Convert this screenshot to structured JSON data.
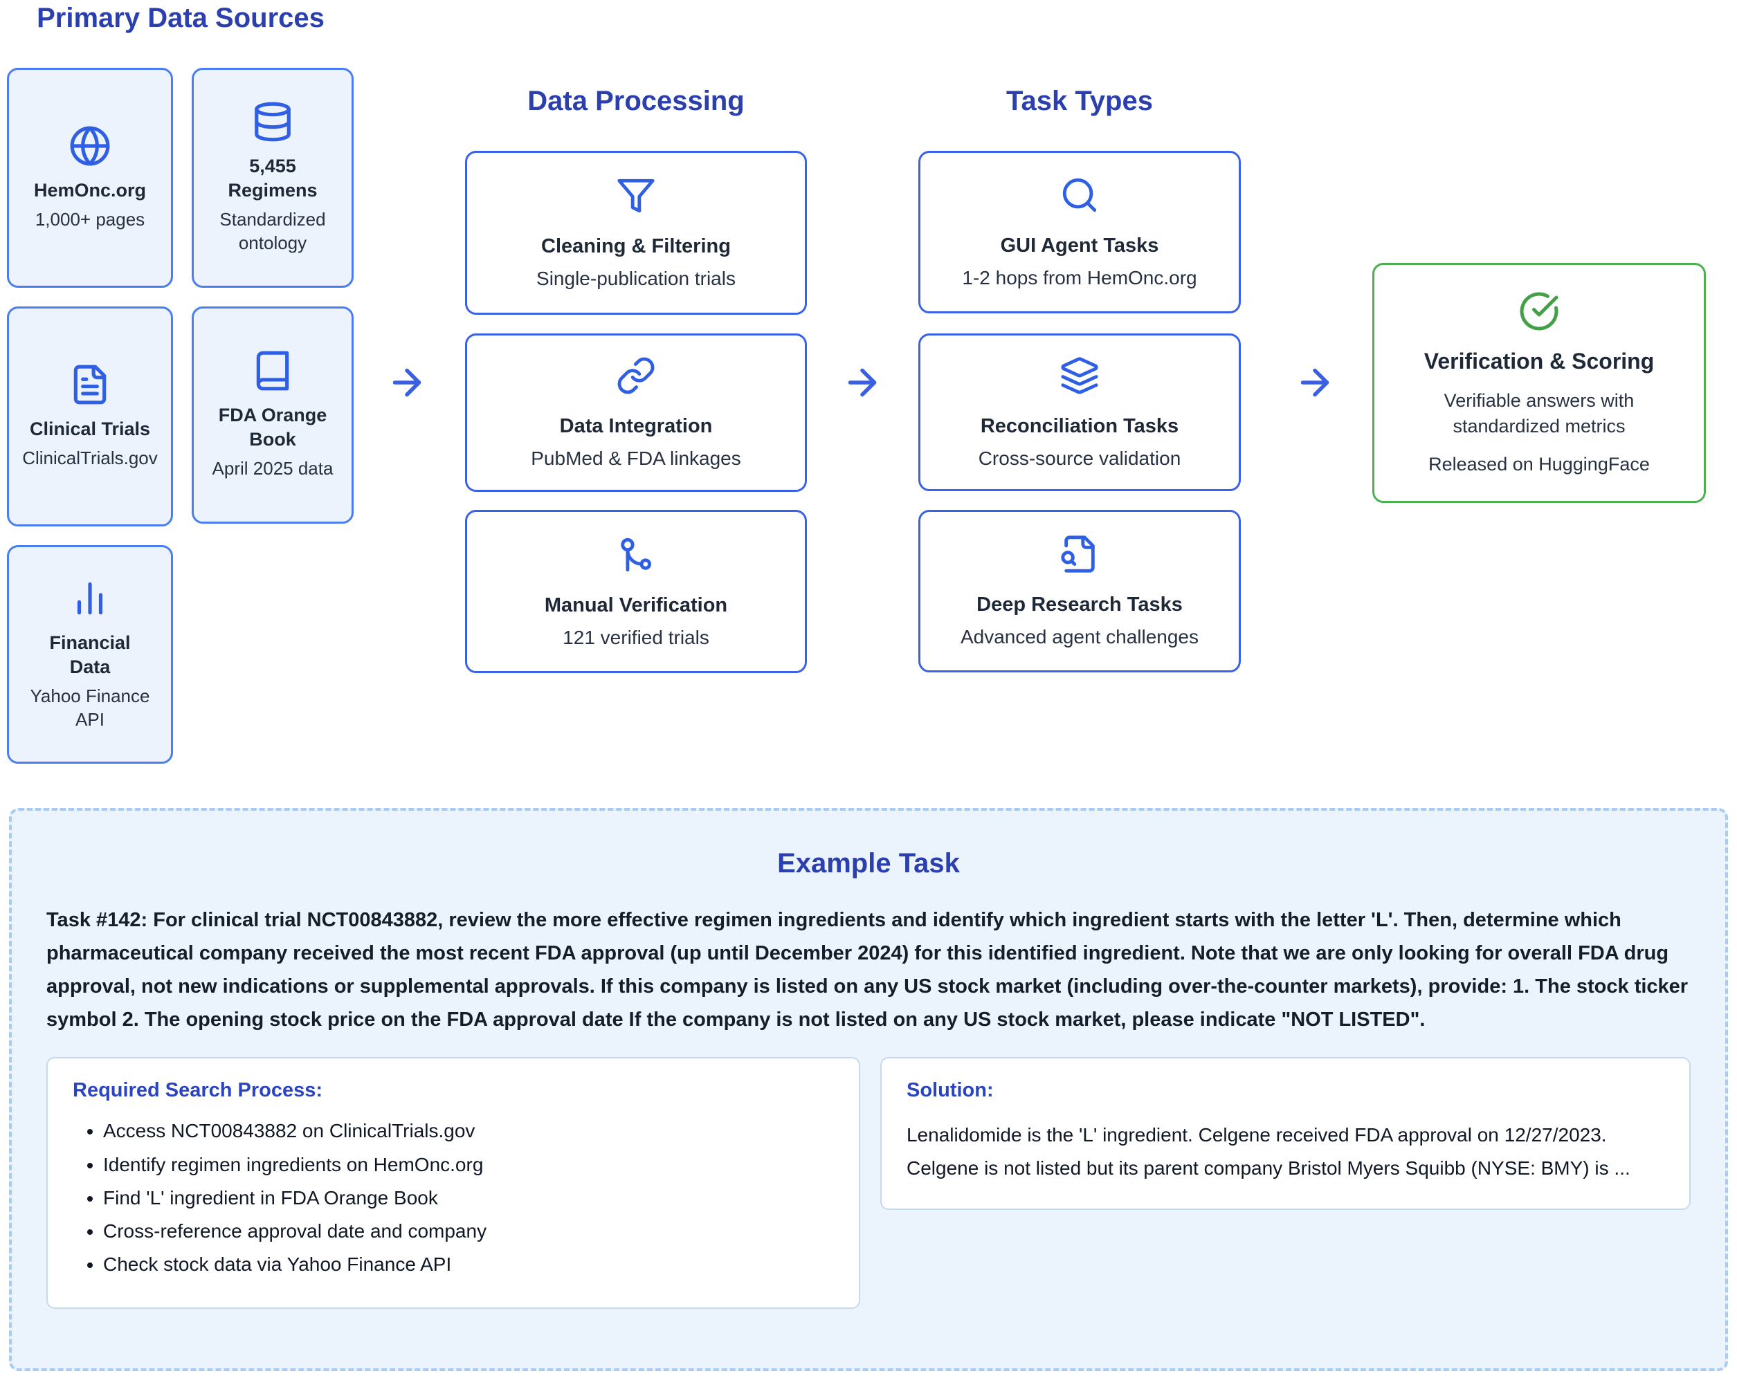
{
  "colors": {
    "heading_blue": "#2b3fad",
    "source_card_fill": "#ecf3fd",
    "source_card_border": "#4a7ef0",
    "white_card_border": "#3a62e6",
    "icon_blue": "#2f5fe3",
    "arrow_blue": "#3a5fe0",
    "green_accent": "#4caf50",
    "dark_text": "#1e2836",
    "example_bg": "#ebf3fc",
    "example_border": "#a8cbf4"
  },
  "diagram": {
    "sources": {
      "heading": "Primary Data Sources",
      "cards": [
        {
          "icon": "globe-icon",
          "title": "HemOnc.org",
          "subtitle": "1,000+ pages"
        },
        {
          "icon": "database-icon",
          "title": "5,455 Regimens",
          "subtitle": "Standardized ontology"
        },
        {
          "icon": "document-icon",
          "title": "Clinical Trials",
          "subtitle": "ClinicalTrials.gov"
        },
        {
          "icon": "book-icon",
          "title": "FDA Orange Book",
          "subtitle": "April 2025 data"
        },
        {
          "icon": "bar-chart-icon",
          "title": "Financial Data",
          "subtitle": "Yahoo Finance API"
        }
      ]
    },
    "processing": {
      "heading": "Data Processing",
      "cards": [
        {
          "icon": "funnel-icon",
          "title": "Cleaning & Filtering",
          "subtitle": "Single-publication trials"
        },
        {
          "icon": "link-icon",
          "title": "Data Integration",
          "subtitle": "PubMed & FDA linkages"
        },
        {
          "icon": "route-icon",
          "title": "Manual Verification",
          "subtitle": "121 verified trials"
        }
      ]
    },
    "tasks": {
      "heading": "Task Types",
      "cards": [
        {
          "icon": "search-icon",
          "title": "GUI Agent Tasks",
          "subtitle": "1-2 hops from HemOnc.org"
        },
        {
          "icon": "layers-icon",
          "title": "Reconciliation Tasks",
          "subtitle": "Cross-source validation"
        },
        {
          "icon": "file-search-icon",
          "title": "Deep Research Tasks",
          "subtitle": "Advanced agent challenges"
        }
      ]
    },
    "verification": {
      "icon": "check-circle-icon",
      "title": "Verification & Scoring",
      "description": "Verifiable answers with standardized metrics",
      "release_note": "Released on HuggingFace"
    }
  },
  "example": {
    "heading": "Example Task",
    "task_text": "Task #142: For clinical trial NCT00843882, review the more effective regimen ingredients and identify which ingredient starts with the letter 'L'. Then, determine which pharmaceutical company received the most recent FDA approval (up until December 2024) for this identified ingredient. Note that we are only looking for overall FDA drug approval, not new indications or supplemental approvals. If this company is listed on any US stock market (including over-the-counter markets), provide: 1. The stock ticker symbol 2. The opening stock price on the FDA approval date If the company is not listed on any US stock market, please indicate \"NOT LISTED\".",
    "search_process": {
      "title": "Required Search Process:",
      "items": [
        "Access NCT00843882 on ClinicalTrials.gov",
        "Identify regimen ingredients on HemOnc.org",
        "Find 'L' ingredient in FDA Orange Book",
        "Cross-reference approval date and company",
        "Check stock data via Yahoo Finance API"
      ]
    },
    "solution": {
      "title": "Solution:",
      "text": "Lenalidomide is the 'L' ingredient. Celgene received FDA approval on 12/27/2023. Celgene is not listed but its parent company Bristol Myers Squibb (NYSE: BMY) is ..."
    }
  }
}
